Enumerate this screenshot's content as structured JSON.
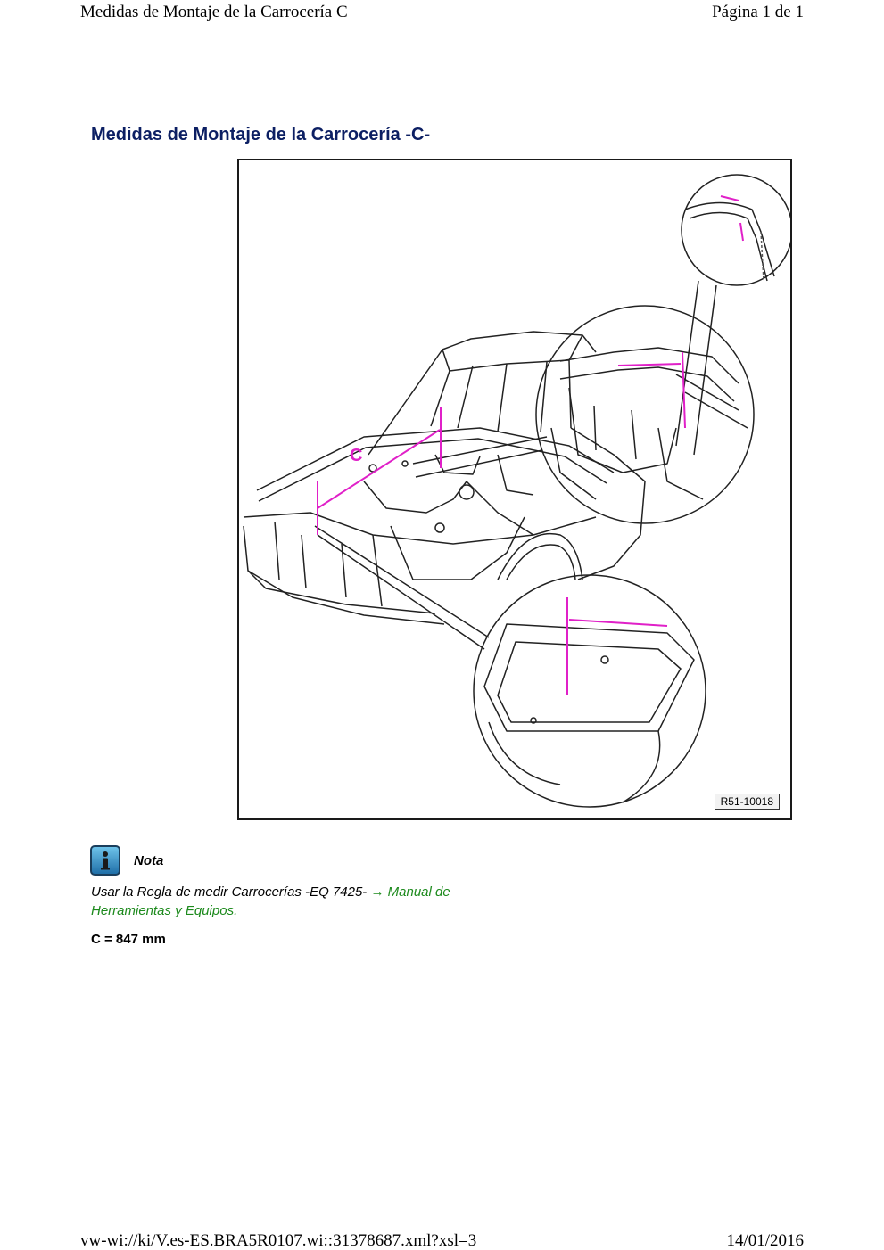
{
  "header": {
    "doc_title": "Medidas de Montaje de la Carrocería C",
    "page_info": "Página 1 de 1"
  },
  "content": {
    "title": "Medidas de Montaje de la Carrocería -C-",
    "figure": {
      "reference_code": "R51-10018",
      "callout_label": "C",
      "accent_color": "#e020c8"
    },
    "note": {
      "icon": "info-icon",
      "title": "Nota",
      "text": "Usar la Regla de medir Carrocerías -EQ 7425- ",
      "link_text": "→ Manual de Herramientas y Equipos."
    },
    "spec": "C = 847 mm"
  },
  "footer": {
    "url": "vw-wi://ki/V.es-ES.BRA5R0107.wi::31378687.xml?xsl=3",
    "date": "14/01/2016"
  }
}
